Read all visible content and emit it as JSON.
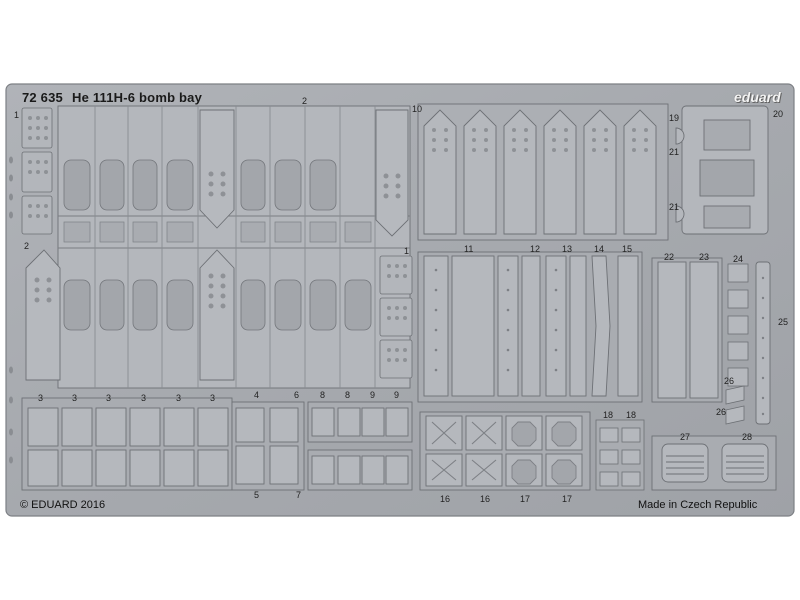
{
  "header": {
    "code": "72 635",
    "title": "He 111H-6 bomb bay",
    "brand": "eduard"
  },
  "footer": {
    "copyright": "© EDUARD 2016",
    "origin": "Made in Czech Republic"
  },
  "part_numbers": {
    "p1": "1",
    "p2": "2",
    "p3": "3",
    "p4": "4",
    "p5": "5",
    "p6": "6",
    "p7": "7",
    "p8": "8",
    "p9": "9",
    "p10": "10",
    "p11": "11",
    "p12": "12",
    "p13": "13",
    "p14": "14",
    "p15": "15",
    "p16": "16",
    "p17": "17",
    "p18": "18",
    "p19": "19",
    "p20": "20",
    "p21": "21",
    "p22": "22",
    "p23": "23",
    "p24": "24",
    "p25": "25",
    "p26": "26",
    "p27": "27",
    "p28": "28"
  },
  "colors": {
    "fret": "#a8abb0",
    "part": "#b3b6bb",
    "etch": "#8e9196",
    "outline": "#6d7075",
    "background": "#ffffff"
  }
}
